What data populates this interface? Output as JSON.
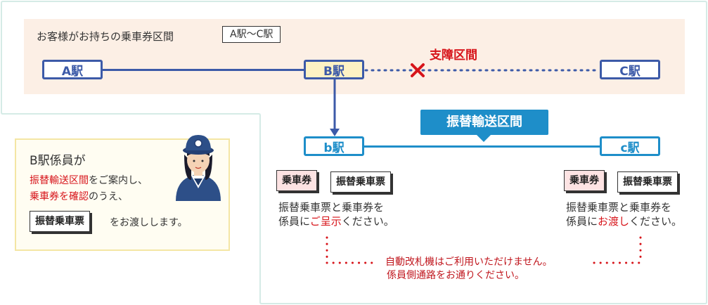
{
  "route": {
    "ticket_range_label": "お客様がお持ちの乗車券区間",
    "ticket_range": "A駅〜C駅",
    "stations": {
      "a": "A駅",
      "b": "B駅",
      "c": "C駅"
    },
    "fault_section": "支障区間"
  },
  "transfer": {
    "section_label": "振替輸送区間",
    "stations": {
      "b": "b駅",
      "c": "c駅"
    }
  },
  "staff": {
    "title": "B駅係員が",
    "line1_red": "振替輸送区間",
    "line1_rest": "をご案内し、",
    "line2_red": "乗車券を確認",
    "line2_rest": "のうえ、",
    "line3_ticket": "振替乗車票",
    "line3_rest": "をお渡しします。"
  },
  "left_exit": {
    "ticket_a": "乗車券",
    "ticket_b": "振替乗車票",
    "line1": "振替乗車票と乗車券を",
    "line2_pre": "係員に",
    "line2_red": "ご呈示",
    "line2_post": "ください。"
  },
  "right_exit": {
    "ticket_a": "乗車券",
    "ticket_b": "振替乗車票",
    "line1": "振替乗車票と乗車券を",
    "line2_pre": "係員に",
    "line2_red": "お渡し",
    "line2_post": "ください。"
  },
  "gate_note": {
    "line1": "自動改札機はご利用いただけません。",
    "line2": "係員側通路をお通りください。"
  },
  "colors": {
    "route_blue": "#3c5aa8",
    "transfer_blue": "#1e8ec9",
    "alert_red": "#d7141a",
    "band_bg": "#fcefe5"
  }
}
